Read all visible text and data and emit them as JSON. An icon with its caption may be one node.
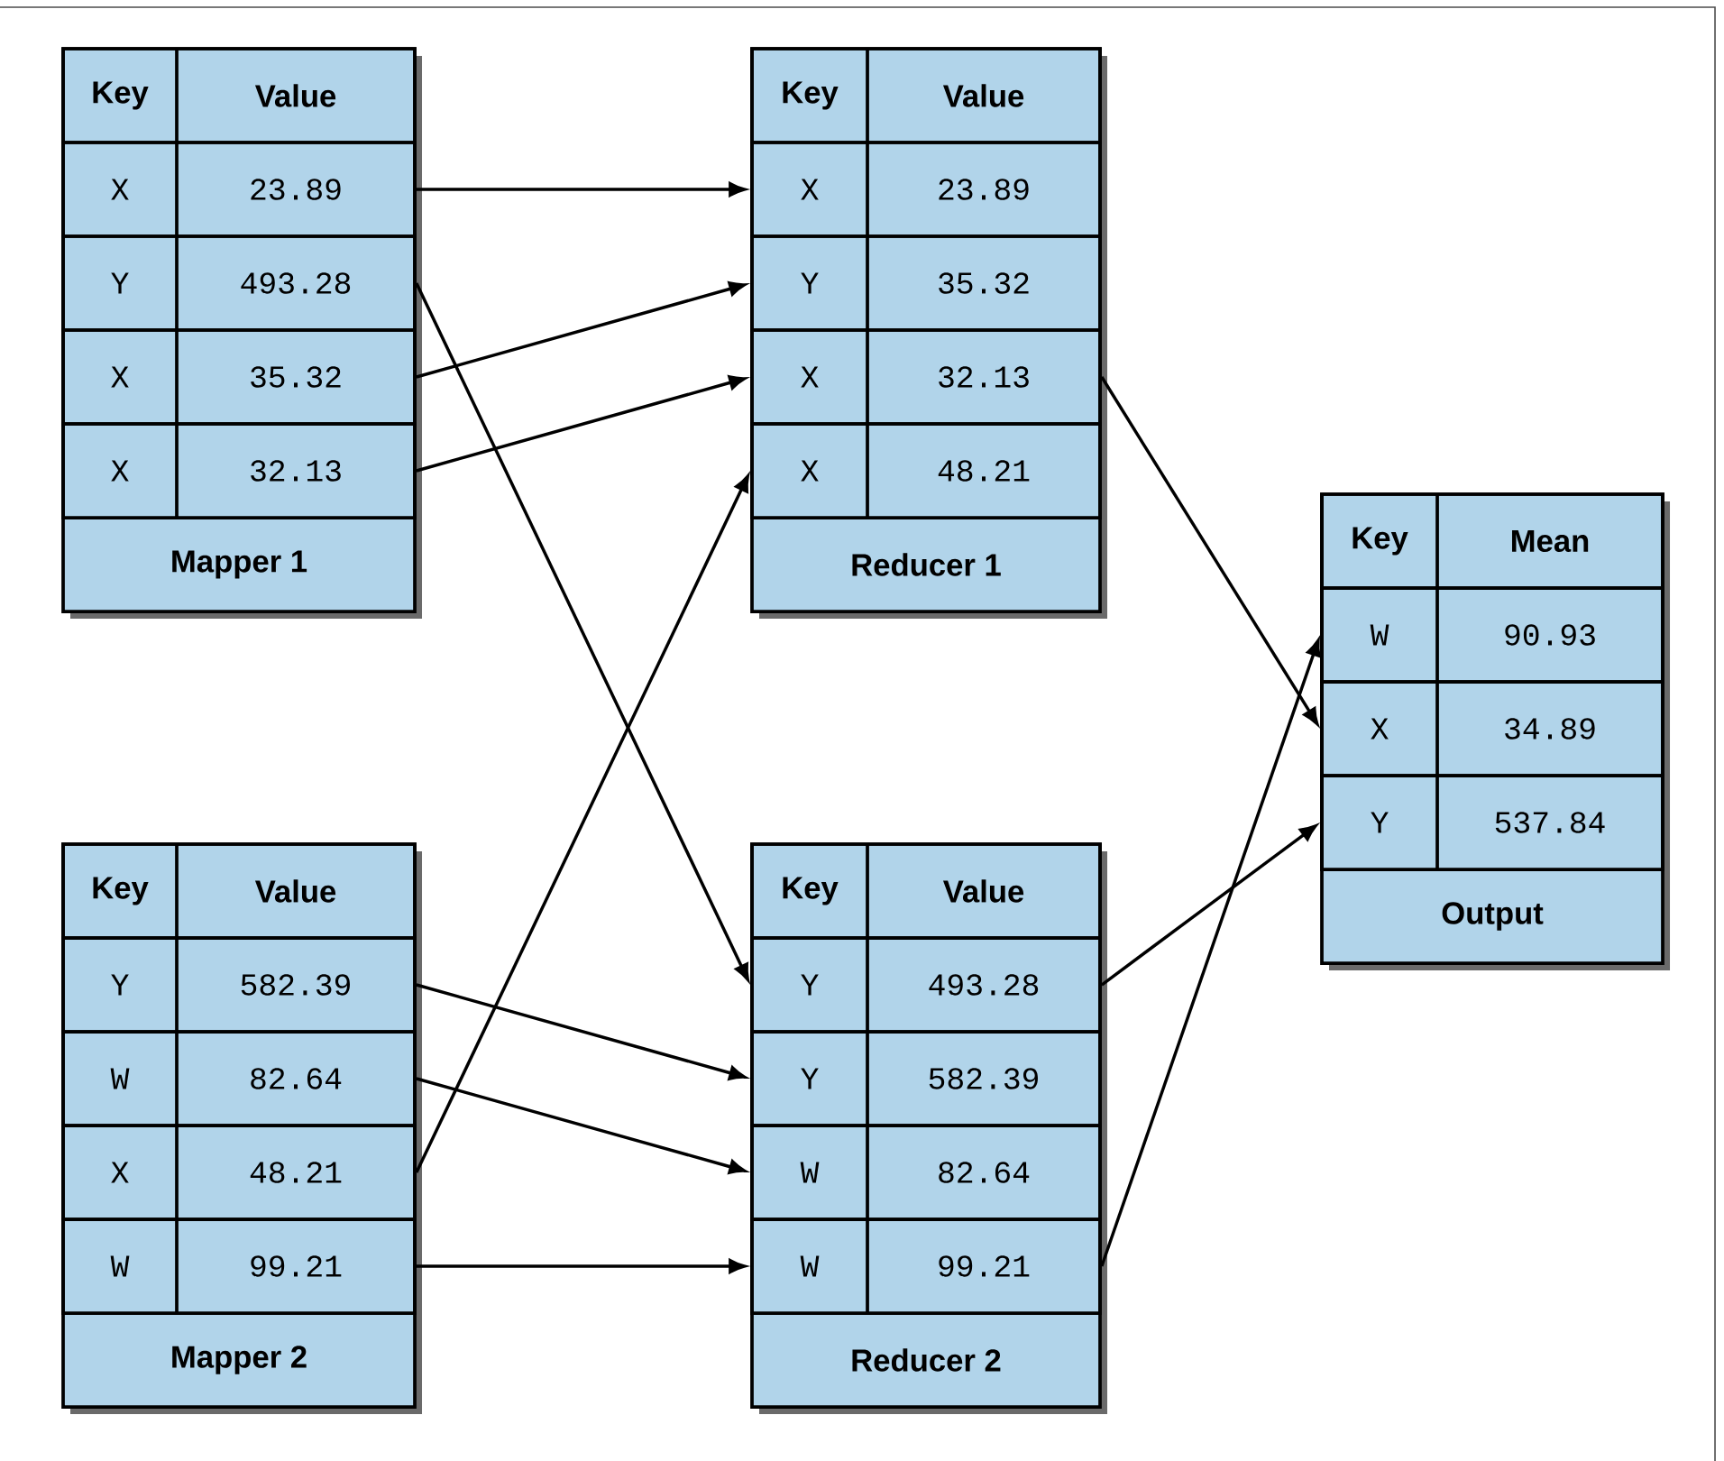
{
  "diagram": {
    "nodes": [
      {
        "text": [
          "Mapper 1"
        ]
      },
      {
        "text": [
          "Key",
          "Value"
        ],
        "in": 0
      },
      {
        "text": [
          "X",
          "23.89"
        ],
        "in": 0
      },
      {
        "text": [
          "Y",
          "493.28"
        ],
        "in": 0
      },
      {
        "text": [
          "X",
          "35.32"
        ],
        "in": 0
      },
      {
        "text": [
          "X",
          "32.13"
        ],
        "in": 0
      },
      {
        "text": [
          "Reducer 1"
        ]
      },
      {
        "text": [
          "Key",
          "Value"
        ],
        "in": 6
      },
      {
        "text": [
          "X",
          "23.89"
        ],
        "in": 6
      },
      {
        "text": [
          "Y",
          "35.32"
        ],
        "in": 6
      },
      {
        "text": [
          "X",
          "32.13"
        ],
        "in": 6
      },
      {
        "text": [
          "X",
          "48.21"
        ],
        "in": 6
      },
      {
        "text": [
          "Output"
        ]
      },
      {
        "text": [
          "Key",
          "Mean"
        ],
        "in": 12
      },
      {
        "text": [
          "W",
          "90.93"
        ],
        "in": 12
      },
      {
        "text": [
          "X",
          "34.89"
        ],
        "in": 12
      },
      {
        "text": [
          "Y",
          "537.84"
        ],
        "in": 12
      },
      {
        "text": [
          "Mapper 2"
        ]
      },
      {
        "text": [
          "Key",
          "Value"
        ],
        "in": 17
      },
      {
        "text": [
          "Y",
          "582.39"
        ],
        "in": 17
      },
      {
        "text": [
          "W",
          "82.64"
        ],
        "in": 17
      },
      {
        "text": [
          "X",
          "48.21"
        ],
        "in": 17
      },
      {
        "text": [
          "W",
          "99.21"
        ],
        "in": 17
      },
      {
        "text": [
          "Reducer 2"
        ]
      },
      {
        "text": [
          "Key",
          "Value"
        ],
        "in": 23
      },
      {
        "text": [
          "Y",
          "493.28"
        ],
        "in": 23
      },
      {
        "text": [
          "Y",
          "582.39"
        ],
        "in": 23
      },
      {
        "text": [
          "W",
          "82.64"
        ],
        "in": 23
      },
      {
        "text": [
          "W",
          "99.21"
        ],
        "in": 23
      }
    ],
    "edges": [
      {
        "from": 2,
        "to": 8,
        "arrow": "to"
      },
      {
        "from": 3,
        "to": 25,
        "arrow": "to"
      },
      {
        "from": 4,
        "to": 9,
        "arrow": "to"
      },
      {
        "from": 5,
        "to": 10,
        "arrow": "to"
      },
      {
        "from": 19,
        "to": 26,
        "arrow": "to"
      },
      {
        "from": 20,
        "to": 27,
        "arrow": "to"
      },
      {
        "from": 21,
        "to": 11,
        "arrow": "to"
      },
      {
        "from": 22,
        "to": 28,
        "arrow": "to"
      },
      {
        "from": 10,
        "to": 15,
        "arrow": "to"
      },
      {
        "from": 25,
        "to": 16,
        "arrow": "to"
      },
      {
        "from": 28,
        "to": 14,
        "arrow": "to"
      }
    ]
  }
}
